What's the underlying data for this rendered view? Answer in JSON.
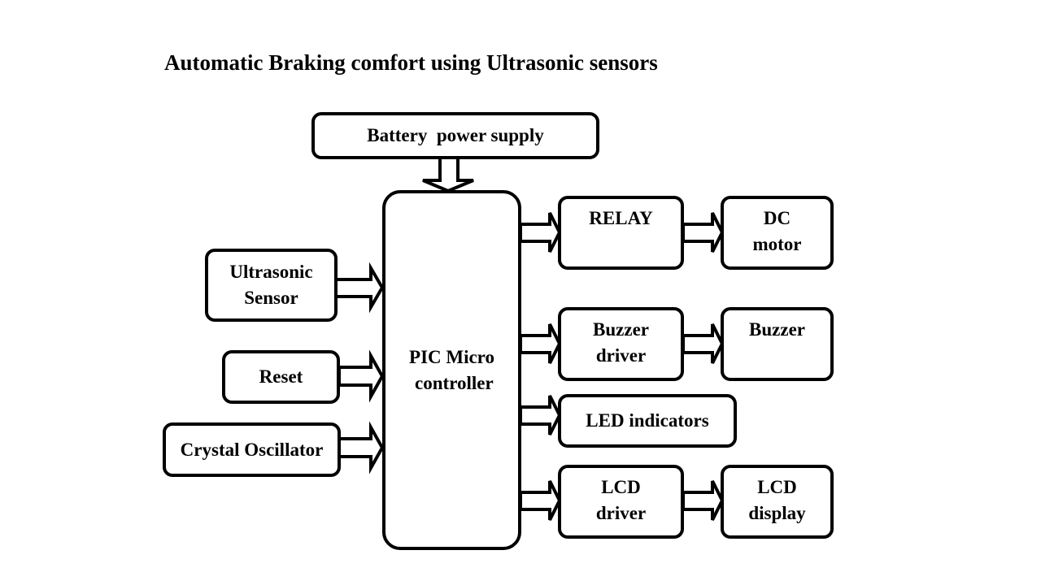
{
  "title": "Automatic Braking comfort using Ultrasonic sensors",
  "blocks": {
    "battery": {
      "lines": [
        "Battery  power supply"
      ]
    },
    "pic": {
      "lines": [
        "PIC Micro",
        " controller"
      ]
    },
    "ultrasonic": {
      "lines": [
        "Ultrasonic",
        "Sensor"
      ]
    },
    "reset": {
      "lines": [
        "Reset"
      ]
    },
    "crystal": {
      "lines": [
        "Crystal Oscillator"
      ]
    },
    "relay": {
      "lines": [
        "RELAY"
      ]
    },
    "dc_motor": {
      "lines": [
        "DC",
        "motor"
      ]
    },
    "buzzer_driver": {
      "lines": [
        "Buzzer",
        "driver"
      ]
    },
    "buzzer": {
      "lines": [
        "Buzzer"
      ]
    },
    "led": {
      "lines": [
        "LED indicators"
      ]
    },
    "lcd_driver": {
      "lines": [
        "LCD",
        "driver"
      ]
    },
    "lcd_display": {
      "lines": [
        "LCD",
        "display"
      ]
    }
  },
  "connections": [
    {
      "from": "battery",
      "to": "pic"
    },
    {
      "from": "ultrasonic",
      "to": "pic"
    },
    {
      "from": "reset",
      "to": "pic"
    },
    {
      "from": "crystal",
      "to": "pic"
    },
    {
      "from": "pic",
      "to": "relay"
    },
    {
      "from": "relay",
      "to": "dc_motor"
    },
    {
      "from": "pic",
      "to": "buzzer_driver"
    },
    {
      "from": "buzzer_driver",
      "to": "buzzer"
    },
    {
      "from": "pic",
      "to": "led"
    },
    {
      "from": "pic",
      "to": "lcd_driver"
    },
    {
      "from": "lcd_driver",
      "to": "lcd_display"
    }
  ]
}
